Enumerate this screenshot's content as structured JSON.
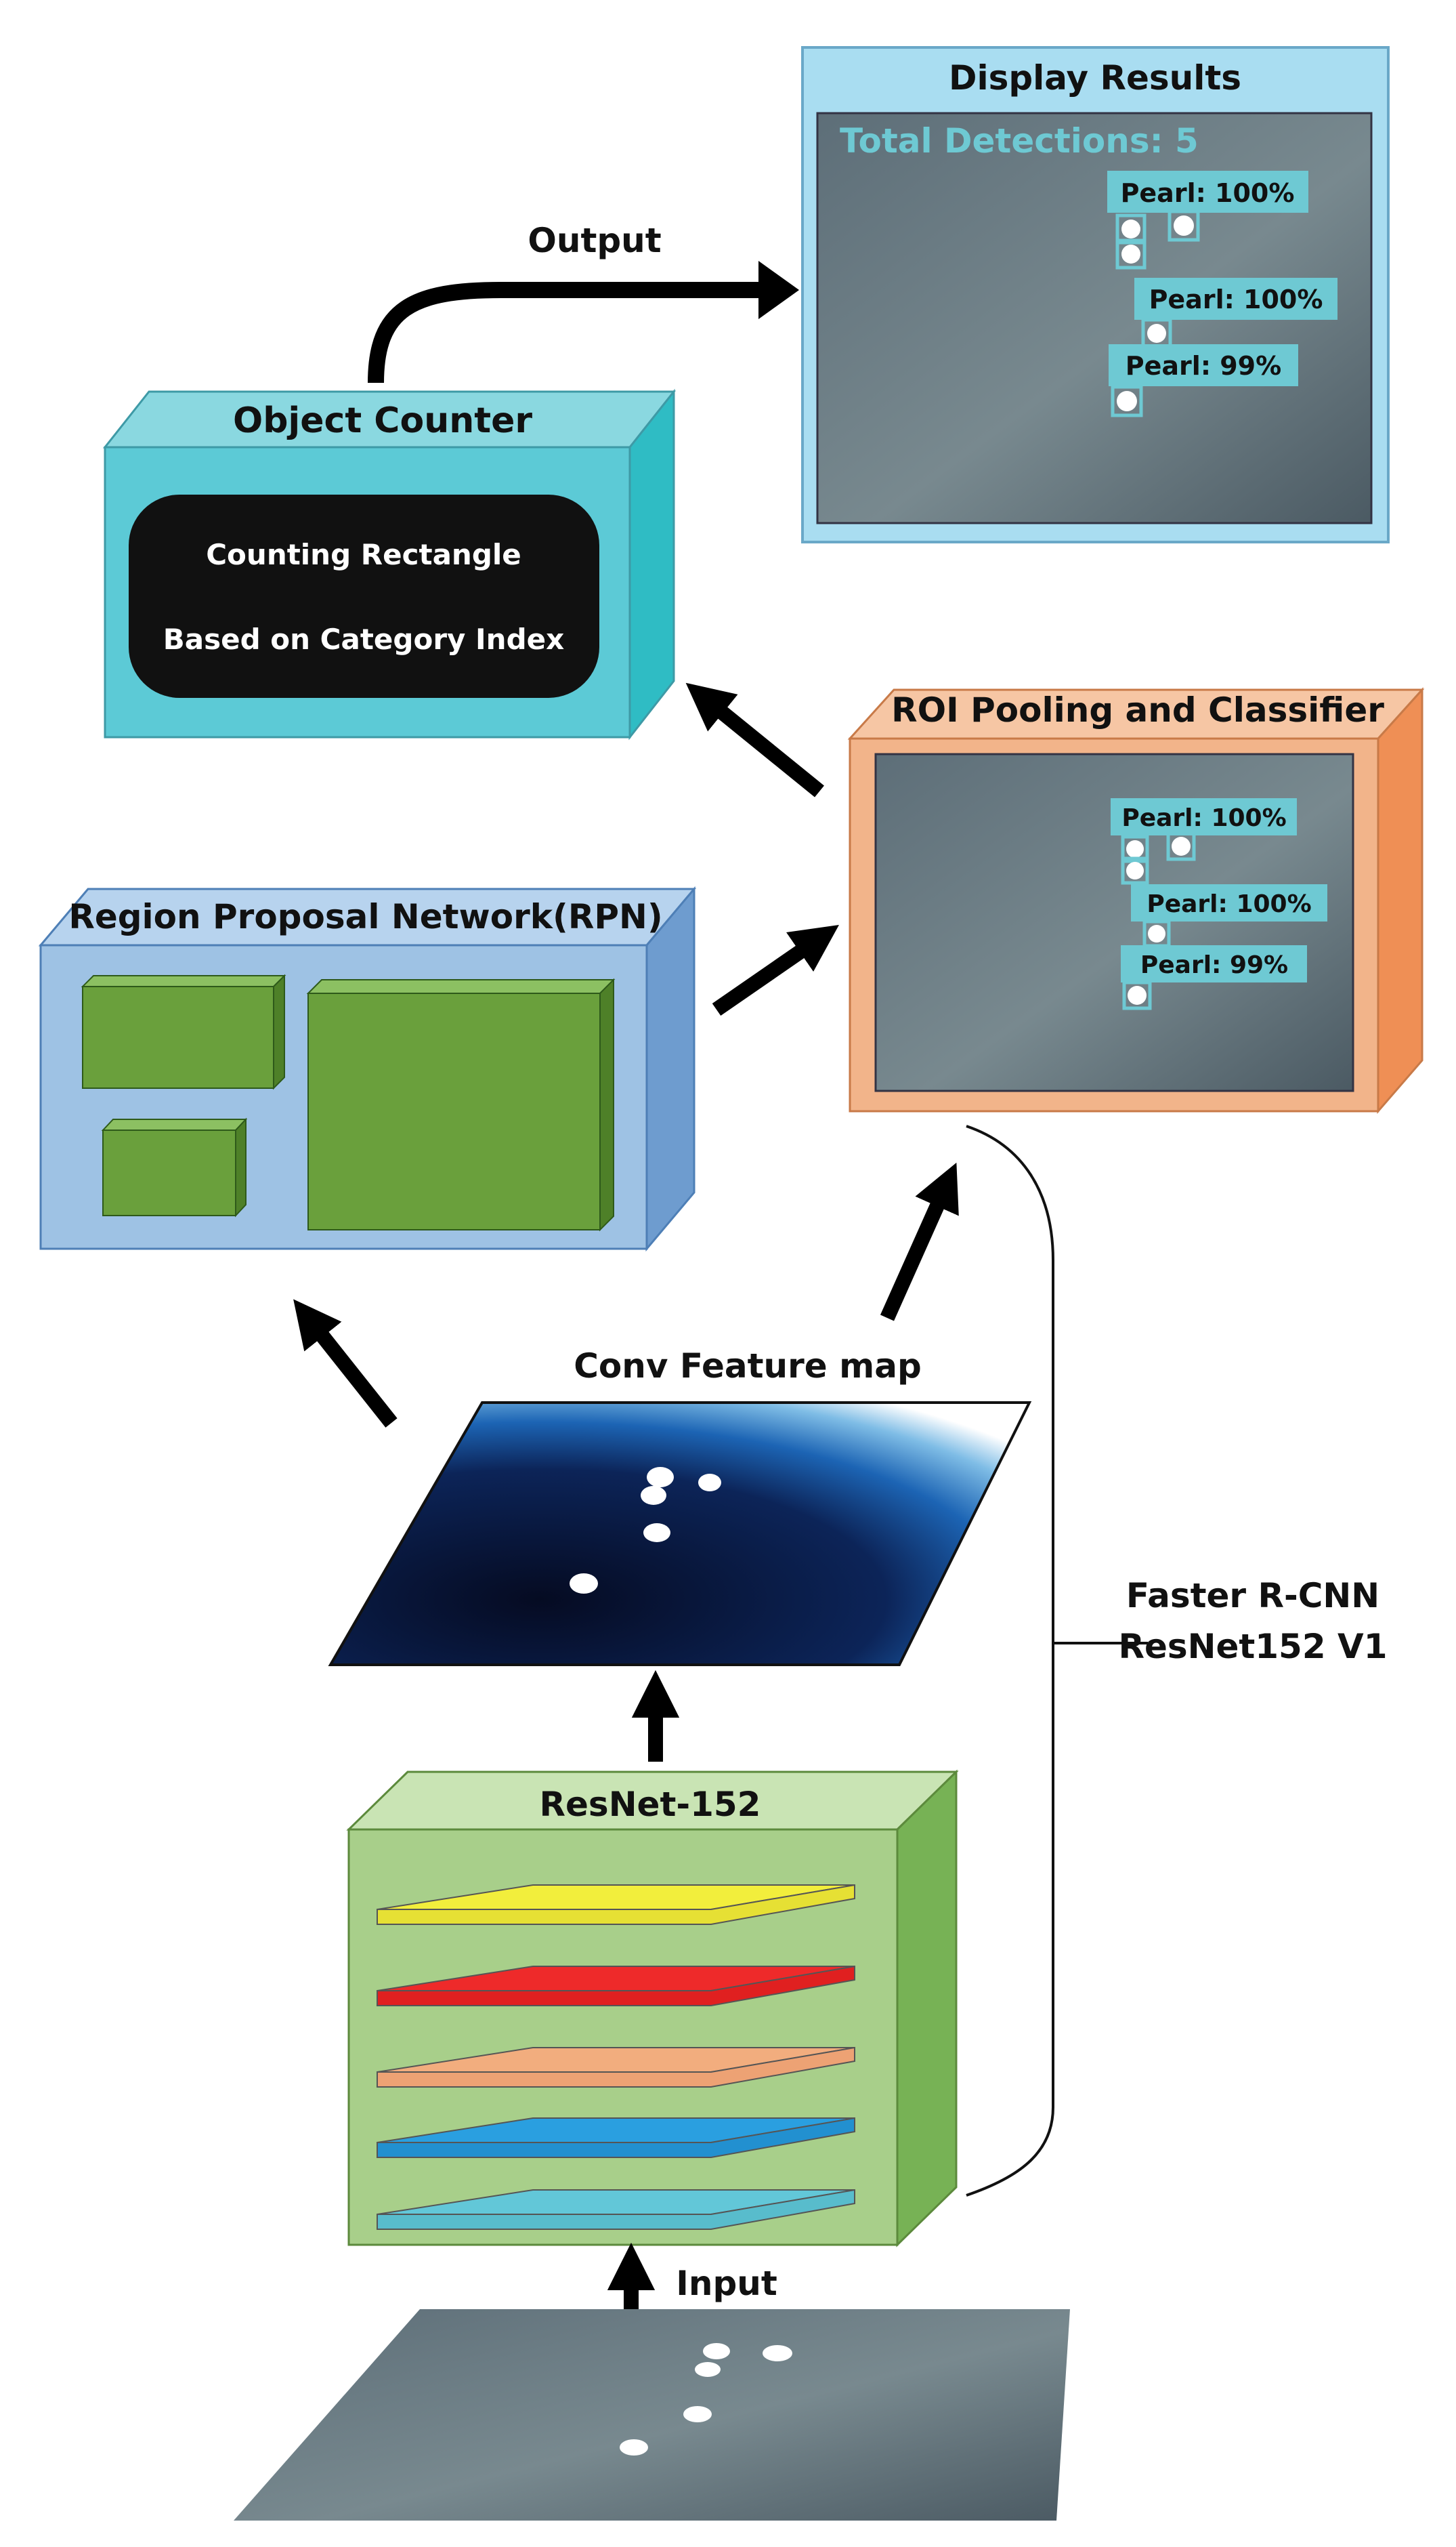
{
  "display_results": {
    "title": "Display Results",
    "total_detections": "Total Detections: 5",
    "labels": [
      "Pearl: 100%",
      "Pearl: 100%",
      "Pearl: 99%"
    ]
  },
  "output_label": "Output",
  "object_counter": {
    "title": "Object Counter",
    "line1": "Counting Rectangle",
    "line2": "Based on Category Index"
  },
  "roi": {
    "title": "ROI Pooling and Classifier",
    "labels": [
      "Pearl: 100%",
      "Pearl: 100%",
      "Pearl: 99%"
    ]
  },
  "rpn": {
    "title": "Region Proposal Network(RPN)"
  },
  "feature_map": {
    "title": "Conv Feature map"
  },
  "resnet": {
    "title": "ResNet-152"
  },
  "input_label": "Input",
  "model_label": {
    "line1": "Faster R-CNN",
    "line2": "ResNet152 V1"
  },
  "colors": {
    "display_panel": "#a9ddf1",
    "counter_box": "#5ccad6",
    "roi_box": "#f2b48a",
    "rpn_box": "#9ec2e4",
    "rpn_proposals": "#6aa03c",
    "resnet_box": "#a8cf8a",
    "layers": [
      "#f2ee3c",
      "#ee2a2a",
      "#f2ad7e",
      "#2a9fe0",
      "#62c7d8"
    ],
    "label_tag": "#6ec9d3"
  }
}
